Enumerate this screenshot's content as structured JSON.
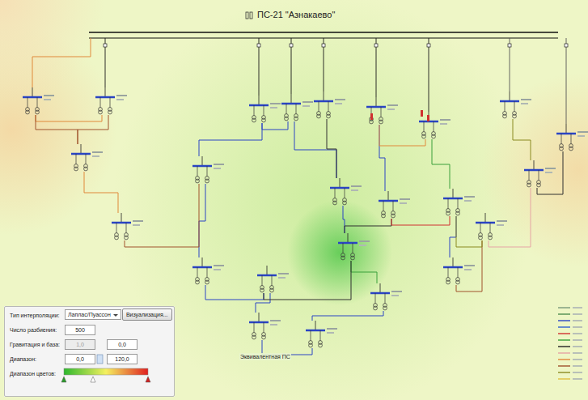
{
  "diagram": {
    "title": "ПС-21 \"Азнакаево\"",
    "nodes": [
      {
        "text": [
          "Тип интерполяции:",
          "Число разбиения:",
          "Гравитация и база:",
          "Диапазон:",
          "Диапазон цветов:"
        ]
      },
      {
        "text": [
          "Лаплас/Пуассон"
        ],
        "in": 0
      },
      {
        "text": [
          "Визуализация..."
        ],
        "in": 0
      },
      {
        "text": [
          "500"
        ],
        "in": 0
      },
      {
        "text": [
          "1,0"
        ],
        "in": 0
      },
      {
        "text": [
          "0,0"
        ],
        "in": 0
      },
      {
        "text": [
          "0,0"
        ],
        "in": 0
      },
      {
        "text": [
          "120,0"
        ],
        "in": 0
      }
    ],
    "labels": [
      "Эквивалентная ПС"
    ]
  }
}
